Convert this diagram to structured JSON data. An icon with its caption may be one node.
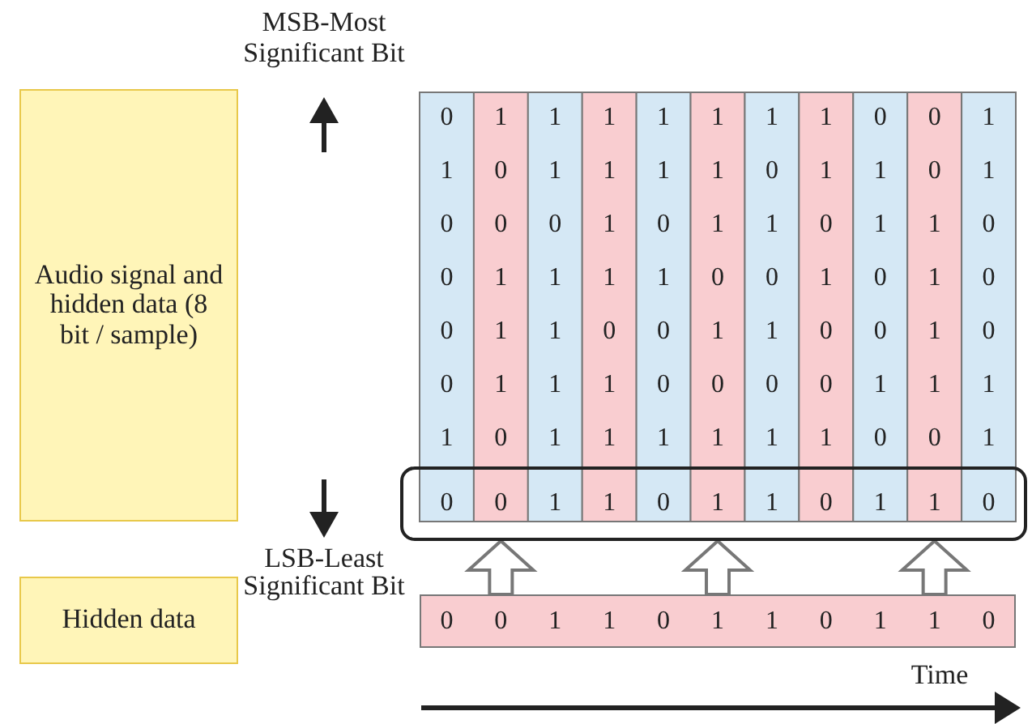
{
  "diagram": {
    "nodes": [
      {
        "text": [
          "Audio signal and hidden data (8 bit / sample)"
        ]
      },
      {
        "text": [
          "0",
          "0",
          "1",
          "1",
          "0",
          "1",
          "1",
          "0",
          "1",
          "1",
          "0"
        ]
      },
      {
        "text": [
          "Hidden data"
        ]
      },
      {
        "text": [
          "0",
          "0",
          "1",
          "1",
          "0",
          "1",
          "1",
          "0",
          "1",
          "1",
          "0"
        ]
      }
    ],
    "edges": [
      {
        "from": 3,
        "to": 1,
        "arrow": "to"
      },
      {
        "from": 3,
        "to": 1,
        "arrow": "to"
      },
      {
        "from": 3,
        "to": 1,
        "arrow": "to"
      }
    ],
    "labels": [
      "MSB-Most Significant Bit",
      "0",
      "1",
      "1",
      "1",
      "1",
      "1",
      "1",
      "1",
      "0",
      "0",
      "1",
      "1",
      "0",
      "1",
      "1",
      "1",
      "1",
      "0",
      "1",
      "1",
      "0",
      "1",
      "0",
      "0",
      "0",
      "1",
      "0",
      "1",
      "1",
      "0",
      "1",
      "1",
      "0",
      "0",
      "1",
      "1",
      "1",
      "1",
      "0",
      "0",
      "1",
      "0",
      "1",
      "0",
      "0",
      "1",
      "1",
      "0",
      "0",
      "1",
      "1",
      "0",
      "0",
      "1",
      "0",
      "0",
      "1",
      "1",
      "1",
      "0",
      "0",
      "0",
      "0",
      "1",
      "1",
      "1",
      "1",
      "0",
      "1",
      "1",
      "1",
      "1",
      "1",
      "1",
      "0",
      "0",
      "1",
      "LSB-Least Significant Bit",
      "Time"
    ]
  }
}
